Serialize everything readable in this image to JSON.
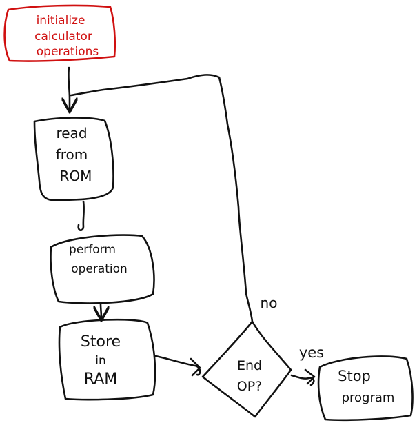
{
  "diagram": {
    "type": "flowchart",
    "style": "hand-drawn",
    "colors": {
      "ink": "#111111",
      "start_ink": "#d01010",
      "background": "#ffffff"
    },
    "nodes": [
      {
        "id": "init",
        "shape": "rounded-box",
        "lines": [
          "initialize",
          "calculator",
          "operations"
        ]
      },
      {
        "id": "read",
        "shape": "rounded-box",
        "lines": [
          "read",
          "from",
          "ROM"
        ]
      },
      {
        "id": "perform",
        "shape": "rounded-box",
        "lines": [
          "perform",
          "operation"
        ]
      },
      {
        "id": "store",
        "shape": "rounded-box",
        "lines": [
          "Store",
          "in",
          "RAM"
        ]
      },
      {
        "id": "endop",
        "shape": "diamond",
        "lines": [
          "End",
          "OP?"
        ]
      },
      {
        "id": "stop",
        "shape": "rounded-box",
        "lines": [
          "Stop",
          "program"
        ]
      }
    ],
    "edges": [
      {
        "from": "init",
        "to": "read",
        "label": ""
      },
      {
        "from": "read",
        "to": "perform",
        "label": ""
      },
      {
        "from": "perform",
        "to": "store",
        "label": ""
      },
      {
        "from": "store",
        "to": "endop",
        "label": ""
      },
      {
        "from": "endop",
        "to": "read",
        "label": "no"
      },
      {
        "from": "endop",
        "to": "stop",
        "label": "yes"
      }
    ]
  }
}
